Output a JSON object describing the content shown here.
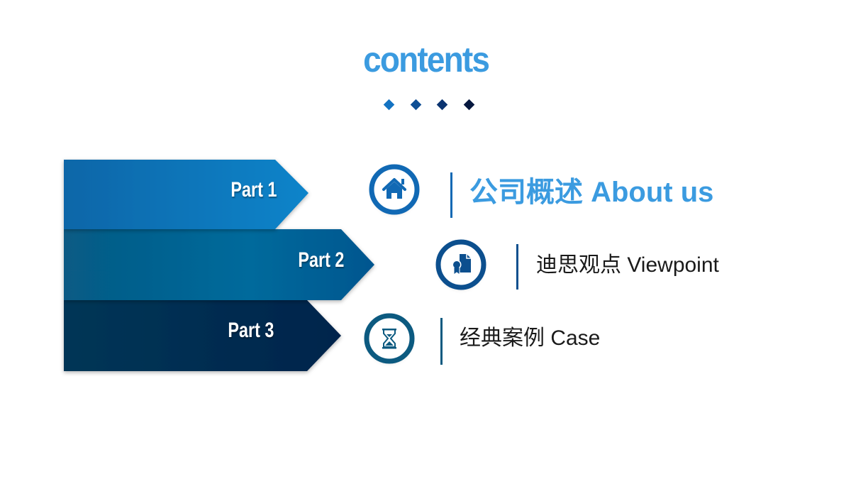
{
  "title": "contents",
  "decorative_dots": [
    {
      "color": "#1473c2"
    },
    {
      "color": "#0f4f94"
    },
    {
      "color": "#0b3470"
    },
    {
      "color": "#06183f"
    }
  ],
  "parts": [
    {
      "label": "Part 1",
      "arrow_color_start": "#0b66a8",
      "arrow_color_end": "#0a82c8",
      "icon": "home-icon",
      "icon_color": "#1169b4",
      "bar_color": "#1169b4",
      "title": "公司概述 About us",
      "title_color": "#3b9be0"
    },
    {
      "label": "Part 2",
      "arrow_color_start": "#085a86",
      "arrow_color_end": "#035a9a",
      "icon": "certificate-document-icon",
      "icon_color": "#0c4f8e",
      "bar_color": "#0c4f8e",
      "title": "迪思观点 Viewpoint",
      "title_color": "#1a1a1a"
    },
    {
      "label": "Part 3",
      "arrow_color_start": "#053455",
      "arrow_color_end": "#04264f",
      "icon": "hourglass-icon",
      "icon_color": "#0c5a80",
      "bar_color": "#0c5a80",
      "title": "经典案例 Case",
      "title_color": "#1a1a1a"
    }
  ]
}
